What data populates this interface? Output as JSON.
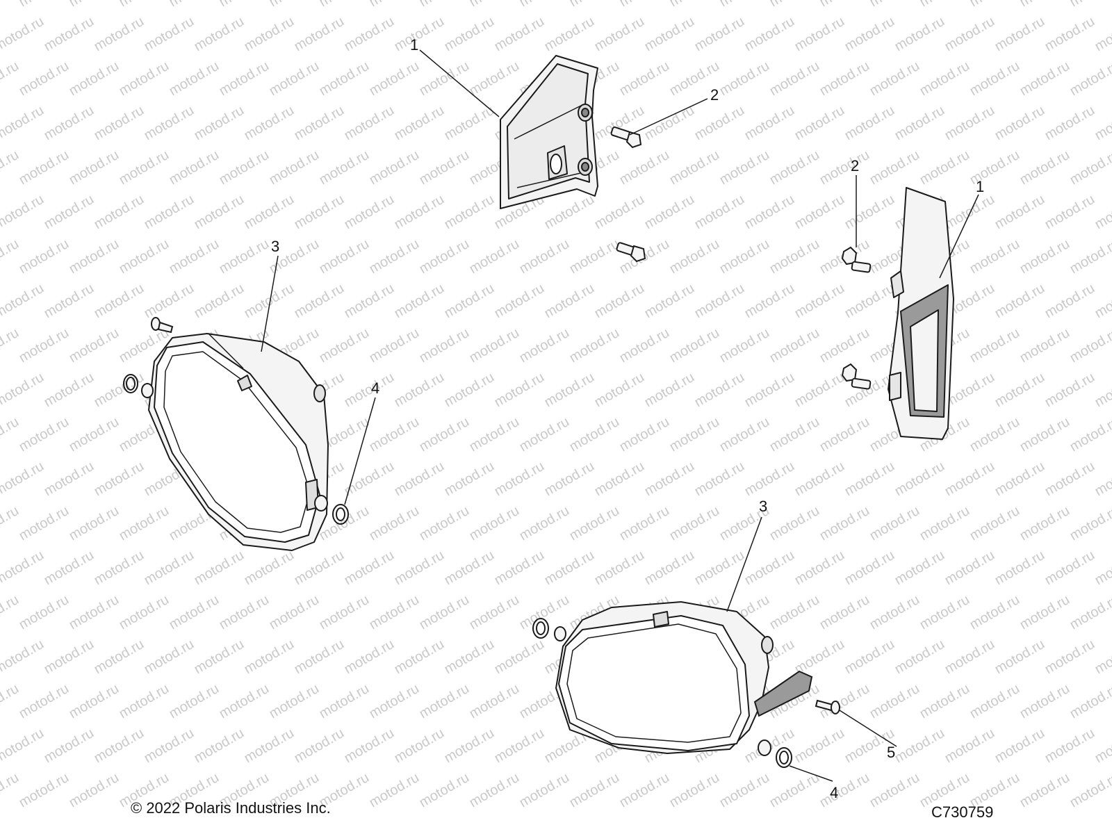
{
  "watermark": "motod.ru",
  "callouts": {
    "c1_top": "1",
    "c2_top": "2",
    "c2_right": "2",
    "c1_right": "1",
    "c3_left": "3",
    "c4_left": "4",
    "c3_bottom": "3",
    "c4_bottom": "4",
    "c5_bottom": "5"
  },
  "footer": {
    "copyright": "© 2022 Polaris Industries Inc.",
    "drawing_code": "C730759"
  },
  "colors": {
    "line": "#1a1a1a",
    "part_fill": "#f4f4f4",
    "shade": "#9a9a9a",
    "watermark": "#c9c9c9"
  }
}
